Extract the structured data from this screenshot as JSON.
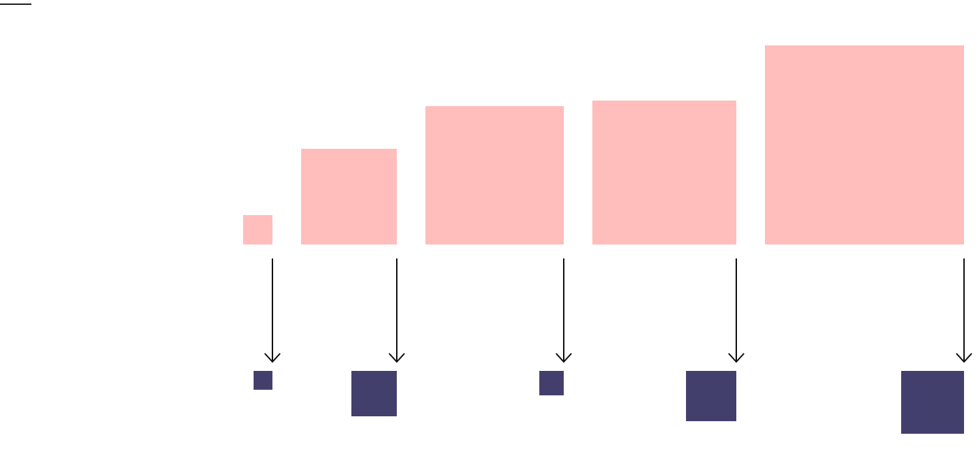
{
  "colors": {
    "source": "#ffbdbb",
    "target": "#433f6d",
    "arrow": "#111111",
    "rule": "#222222"
  },
  "items": [
    {
      "source_size": 42,
      "target_size": 27
    },
    {
      "source_size": 137,
      "target_size": 65
    },
    {
      "source_size": 198,
      "target_size": 35
    },
    {
      "source_size": 206,
      "target_size": 72
    },
    {
      "source_size": 285,
      "target_size": 90
    }
  ]
}
